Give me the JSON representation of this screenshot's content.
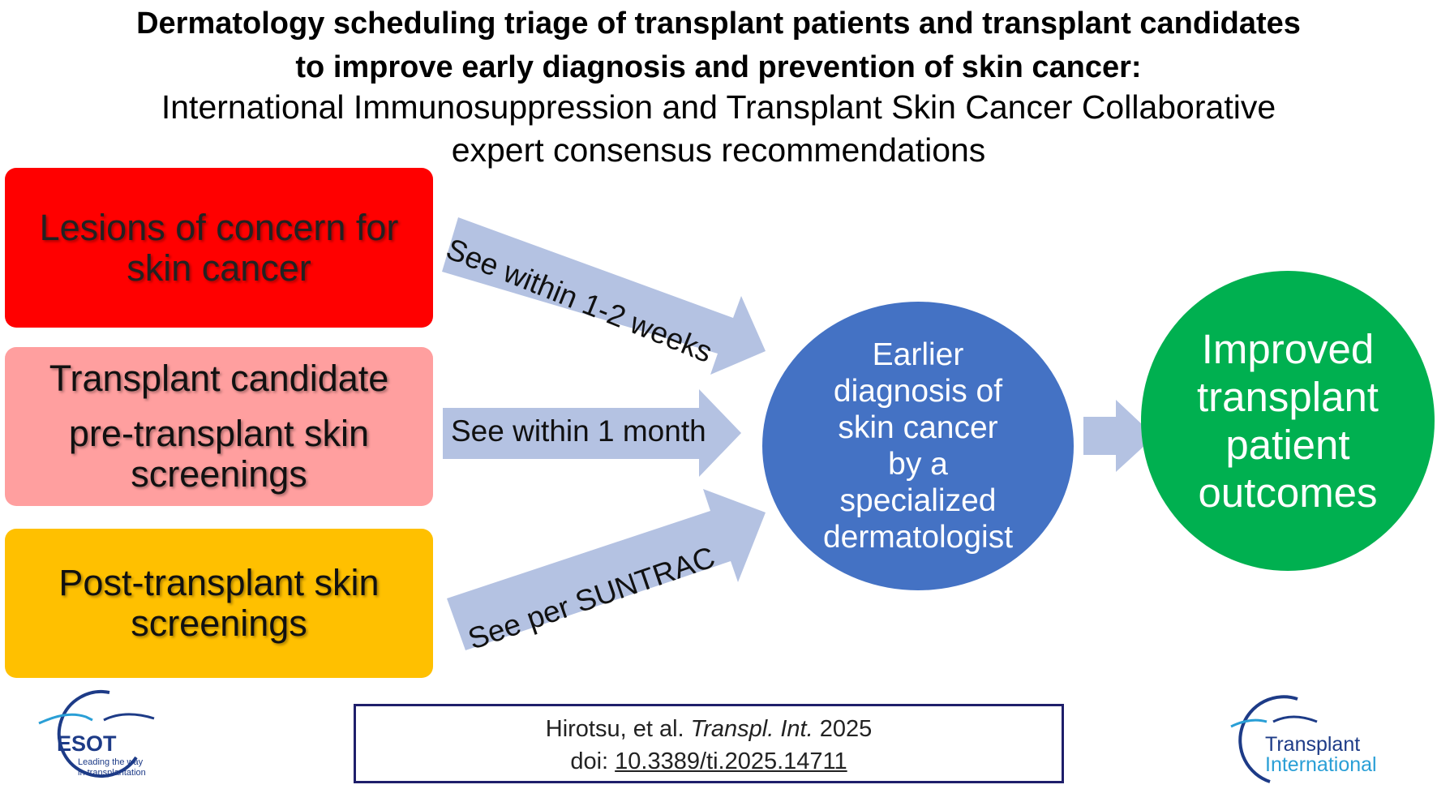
{
  "title": {
    "line1": "Dermatology scheduling triage of transplant patients and transplant candidates",
    "line2": "to improve early diagnosis and prevention of skin cancer:"
  },
  "subtitle": {
    "line1": "International Immunosuppression and Transplant Skin Cancer Collaborative",
    "line2": "expert consensus recommendations"
  },
  "boxes": {
    "lesions": {
      "line1": "Lesions of concern for",
      "line2": "skin cancer",
      "color": "#ff0000"
    },
    "candidate": {
      "line1": "Transplant candidate",
      "line2": "pre-transplant skin",
      "line3": "screenings",
      "color": "#ff9f9f"
    },
    "post": {
      "line1": "Post-transplant skin",
      "line2": "screenings",
      "color": "#ffc000"
    }
  },
  "arrows": {
    "top_label": "See within 1-2 weeks",
    "middle_label": "See within 1 month",
    "bottom_label": "See per SUNTRAC",
    "color": "#b4c2e2"
  },
  "outcome_circle": {
    "lines": [
      "Earlier",
      "diagnosis of",
      "skin cancer",
      "by a",
      "specialized",
      "dermatologist"
    ],
    "color": "#4472c4"
  },
  "final_circle": {
    "lines": [
      "Improved",
      "transplant",
      "patient",
      "outcomes"
    ],
    "color": "#00b050"
  },
  "citation": {
    "authors": "Hirotsu, et al.",
    "journal": "Transpl. Int.",
    "year": "2025",
    "doi_prefix": "doi:",
    "doi": "10.3389/ti.2025.14711"
  },
  "logos": {
    "esot": {
      "name": "ESOT",
      "tagline1": "Leading the way",
      "tagline2": "in transplantation",
      "icon": "reaching-hands-icon"
    },
    "transplant_international": {
      "line1": "Transplant",
      "line2": "International",
      "icon": "reaching-hands-icon"
    }
  }
}
